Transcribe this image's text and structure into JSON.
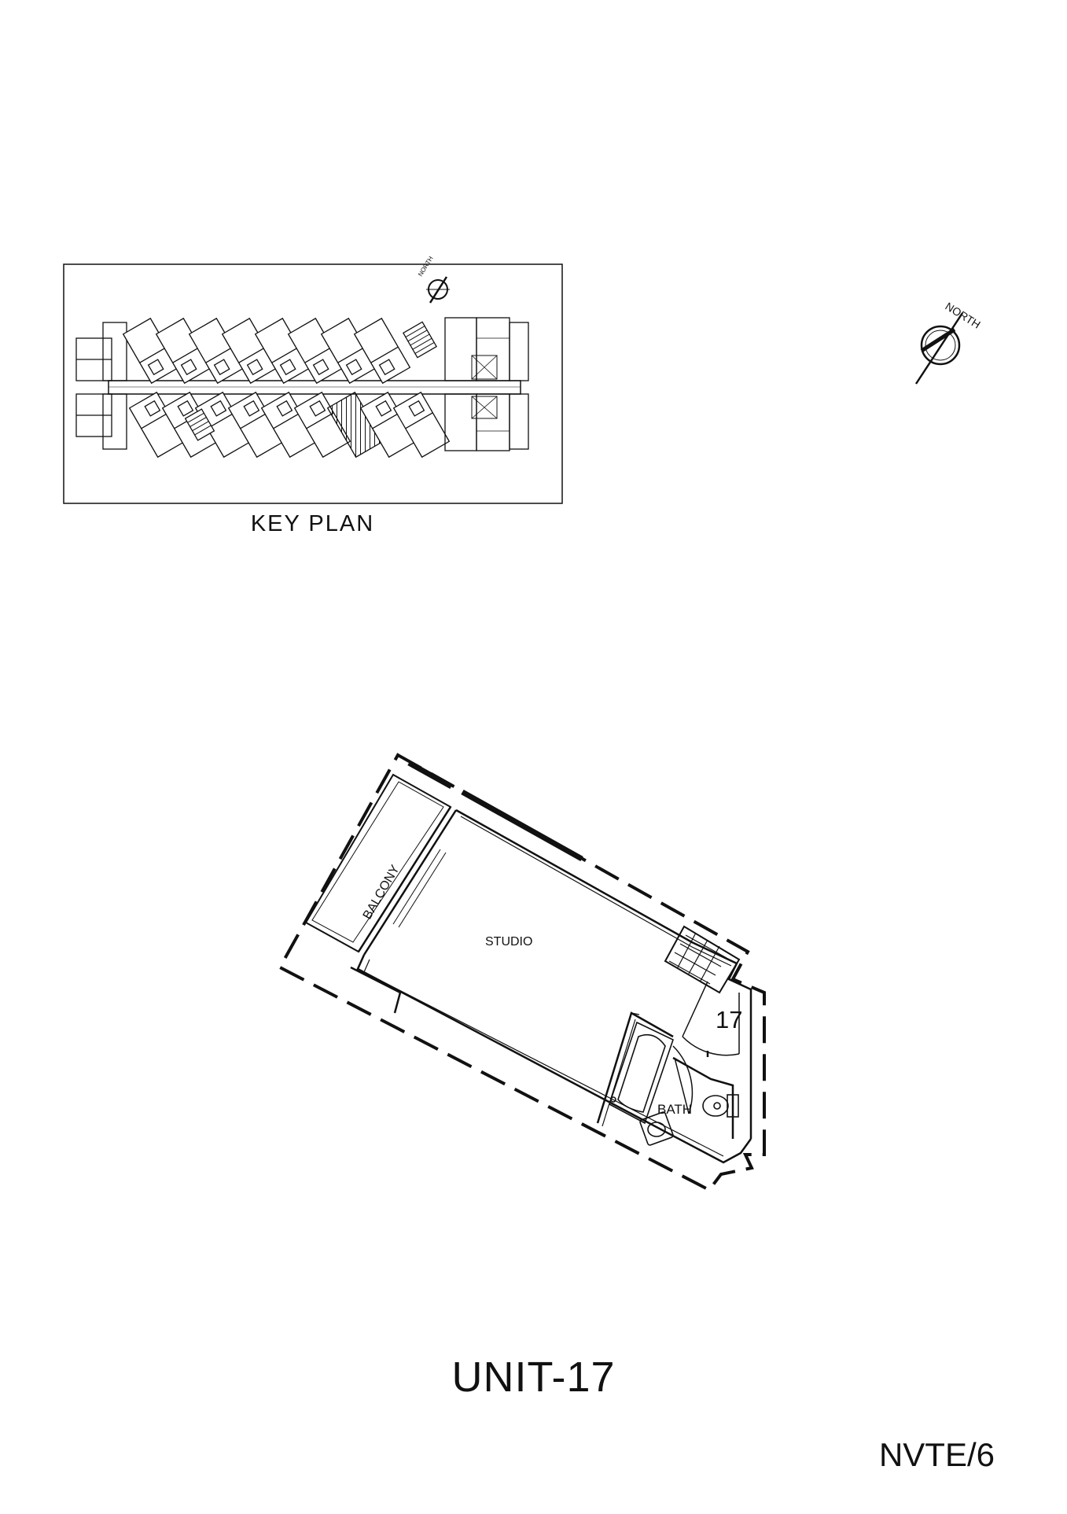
{
  "key_plan": {
    "label": "KEY PLAN",
    "north_label": "NORTH"
  },
  "unit_north_label": "NORTH",
  "unit_plan": {
    "rooms": {
      "balcony": "BALCONY",
      "studio": "STUDIO",
      "bath": "BATH"
    },
    "unit_number": "17"
  },
  "unit_title": "UNIT-17",
  "sheet_number": "NVTE/6",
  "colors": {
    "ink": "#111111",
    "paper": "#ffffff"
  }
}
